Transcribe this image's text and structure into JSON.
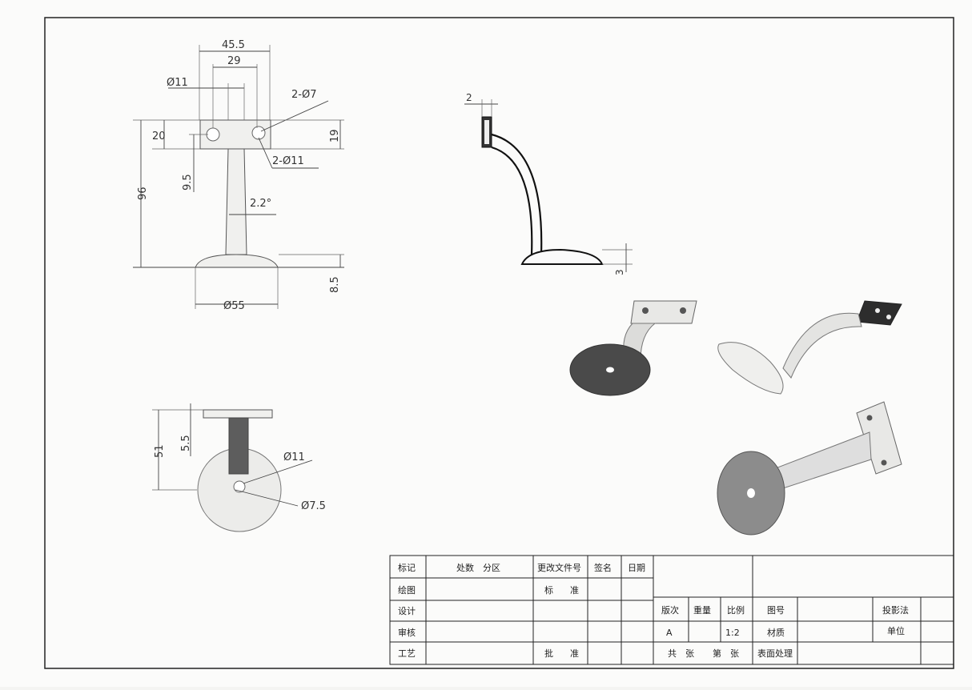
{
  "dimensions": {
    "top_width": "45.5",
    "hole_spacing": "29",
    "stem_dia": "Ø11",
    "holes": "2-Ø7",
    "counterbore": "2-Ø11",
    "height_20": "20",
    "height_19": "19",
    "height_9_5": "9.5",
    "total_height": "96",
    "angle": "2.2°",
    "base_thickness": "8.5",
    "base_dia": "Ø55",
    "side_thickness": "2",
    "base_edge": "3",
    "depth_51": "51",
    "depth_5_5": "5.5",
    "center_dia": "Ø11",
    "center_hole": "Ø7.5"
  },
  "title_block": {
    "row1": [
      "标记",
      "处数",
      "分区",
      "更改文件号",
      "签名",
      "日期"
    ],
    "drawn": "绘图",
    "standard": "标",
    "standard2": "准",
    "design": "设计",
    "check": "审核",
    "process": "工艺",
    "approve": "批",
    "approve2": "准",
    "version": "版次",
    "weight": "重量",
    "scale_label": "比例",
    "drawing_no": "图号",
    "projection": "投影法",
    "version_value": "A",
    "scale_value": "1:2",
    "material": "材质",
    "unit": "单位",
    "total": "共",
    "sheets": "张",
    "sheet_no": "第",
    "sheets2": "张",
    "surface": "表面处理"
  }
}
